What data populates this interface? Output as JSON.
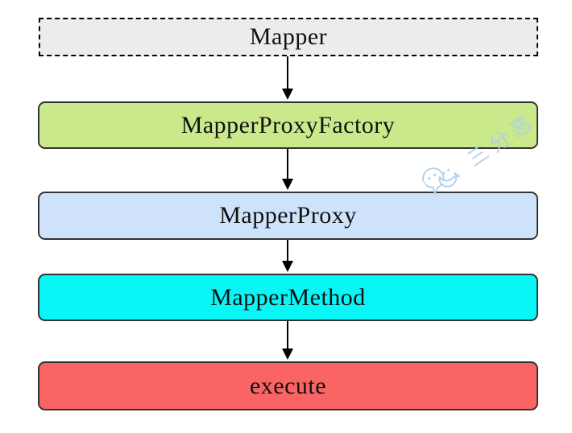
{
  "diagram": {
    "description": "Vertical flow of five nodes connected by downward arrows",
    "nodes": [
      {
        "label": "Mapper",
        "bg": "#ececec",
        "border": "dashed"
      },
      {
        "label": "MapperProxyFactory",
        "bg": "#cbe88b",
        "border": "solid"
      },
      {
        "label": "MapperProxy",
        "bg": "#cfe2fb",
        "border": "solid"
      },
      {
        "label": "MapperMethod",
        "bg": "#09f6f6",
        "border": "solid"
      },
      {
        "label": "execute",
        "bg": "#fb6464",
        "border": "solid"
      }
    ],
    "arrow_color": "#000000",
    "border_color": "#333333",
    "text_color": "#111111"
  },
  "watermark": {
    "text": "三分恶",
    "color": "#aacfee",
    "icon": "wechat-chat-bubbles-icon"
  }
}
